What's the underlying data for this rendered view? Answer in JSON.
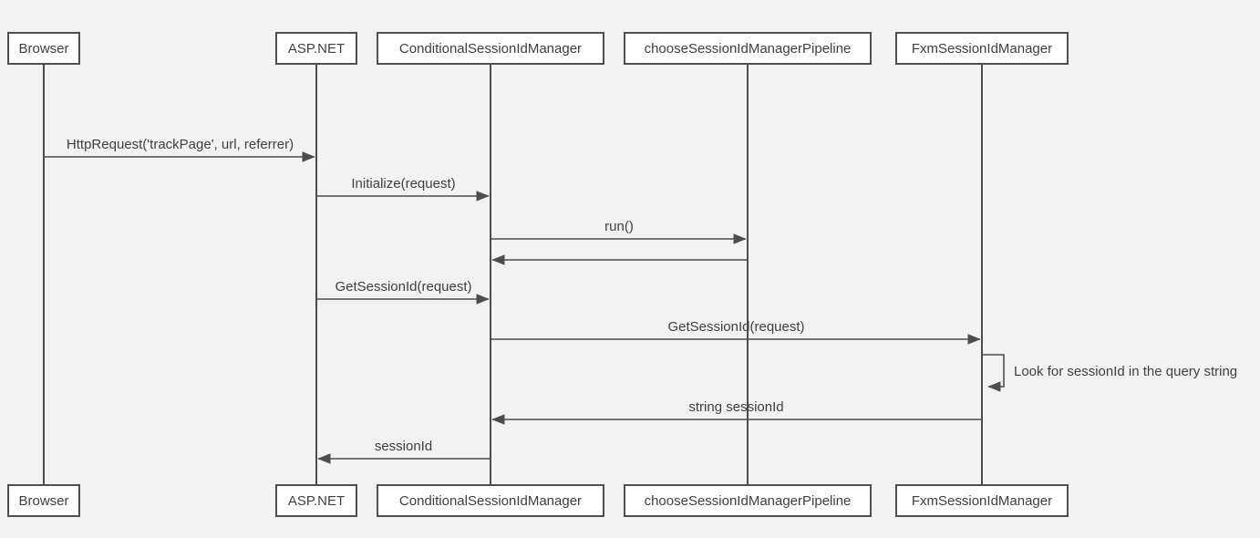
{
  "colors": {
    "background": "#f2f2f2",
    "box_fill": "#ffffff",
    "stroke": "#4d4d4d",
    "text": "#3f3f3f"
  },
  "diagram_type": "sequence",
  "participants": [
    {
      "label": "Browser"
    },
    {
      "label": "ASP.NET"
    },
    {
      "label": "ConditionalSessionIdManager"
    },
    {
      "label": "chooseSessionIdManagerPipeline"
    },
    {
      "label": "FxmSessionIdManager"
    }
  ],
  "messages": [
    {
      "from": "Browser",
      "to": "ASP.NET",
      "label": "HttpRequest('trackPage', url, referrer)"
    },
    {
      "from": "ASP.NET",
      "to": "ConditionalSessionIdManager",
      "label": "Initialize(request)"
    },
    {
      "from": "ConditionalSessionIdManager",
      "to": "chooseSessionIdManagerPipeline",
      "label": "run()"
    },
    {
      "from": "chooseSessionIdManagerPipeline",
      "to": "ConditionalSessionIdManager",
      "label": ""
    },
    {
      "from": "ASP.NET",
      "to": "ConditionalSessionIdManager",
      "label": "GetSessionId(request)"
    },
    {
      "from": "ConditionalSessionIdManager",
      "to": "FxmSessionIdManager",
      "label": "GetSessionId(request)"
    },
    {
      "from": "FxmSessionIdManager",
      "to": "FxmSessionIdManager",
      "label": "Look for sessionId in the query string",
      "self_message": true
    },
    {
      "from": "FxmSessionIdManager",
      "to": "ConditionalSessionIdManager",
      "label": "string sessionId"
    },
    {
      "from": "ConditionalSessionIdManager",
      "to": "ASP.NET",
      "label": "sessionId"
    }
  ]
}
